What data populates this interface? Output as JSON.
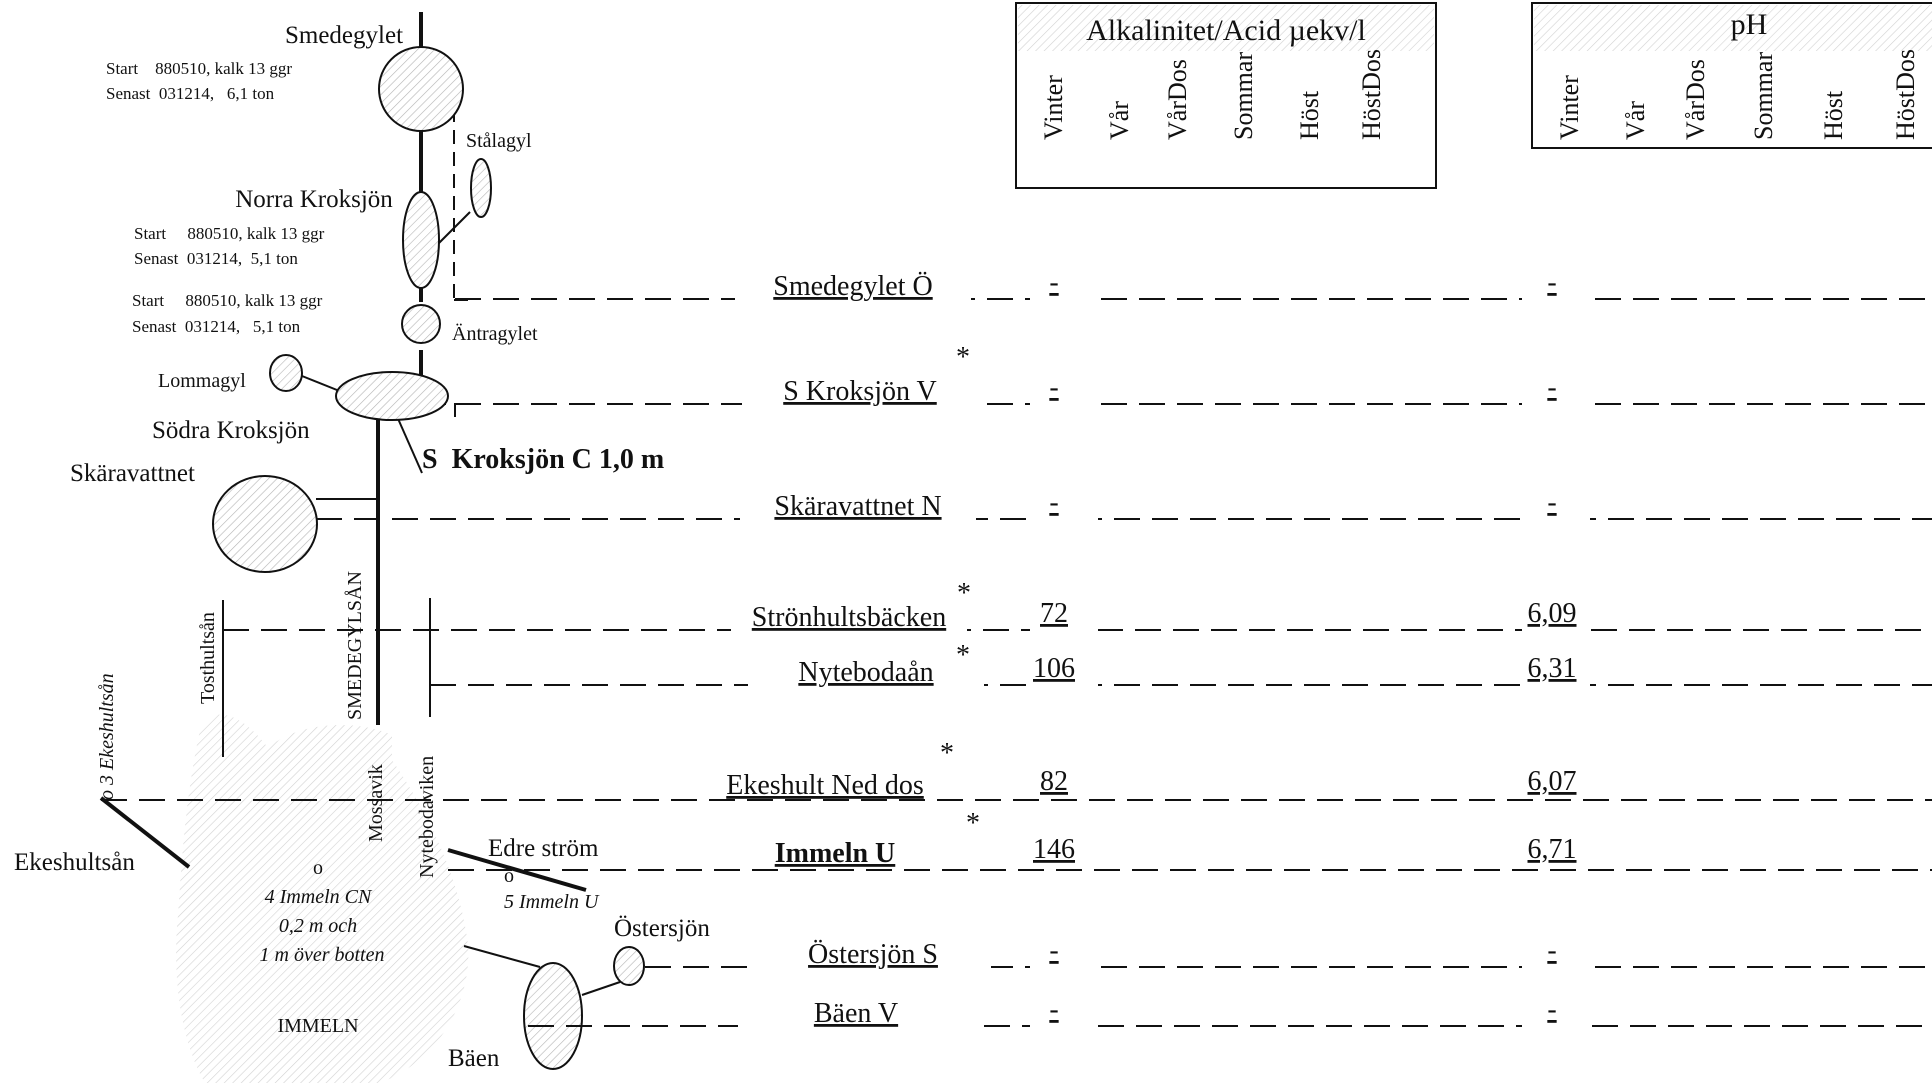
{
  "headers": {
    "alk_title": "Alkalinitet/Acid µekv/l",
    "ph_title": "pH",
    "columns": [
      "Vinter",
      "Vår",
      "VårDos",
      "Sommar",
      "Höst",
      "HöstDos"
    ]
  },
  "lakes": {
    "smedegylet": "Smedegylet",
    "stalagyl": "Stålagyl",
    "norra_kroksjon": "Norra Kroksjön",
    "antragylet": "Äntragylet",
    "lommagyl": "Lommagyl",
    "sodra_kroksjon": "Södra Kroksjön",
    "skaravattnet": "Skäravattnet",
    "ostersjon": "Östersjön",
    "baen": "Bäen",
    "immeln": "IMMELN"
  },
  "liming": {
    "smedegylet": {
      "start": "Start    880510, kalk 13 ggr",
      "senast": "Senast  031214,   6,1 ton"
    },
    "norra_kroksjon": {
      "start": "Start     880510, kalk 13 ggr",
      "senast": "Senast  031214,  5,1 ton"
    },
    "antragylet": {
      "start": "Start     880510, kalk 13 ggr",
      "senast": "Senast  031214,   5,1 ton"
    }
  },
  "streams": {
    "smedegylsan": "SMEDEGYLSÅN",
    "tosthultsan": "Tosthultsån",
    "ekeshultsan": "Ekeshultsån",
    "ekeshultsan_site": "o 3 Ekeshultsån",
    "mossavik": "Mossavik",
    "nytebodaviken": "Nytebodaviken",
    "edre_strom": "Edre ström",
    "immeln_u_site_marker": "o",
    "immeln_u_site": "5 Immeln U",
    "immeln_cn_marker": "o",
    "immeln_cn_1": "4 Immeln CN",
    "immeln_cn_2": "0,2 m och",
    "immeln_cn_3": "1 m över botten",
    "kroksjon_c": "S  Kroksjön C 1,0 m"
  },
  "stations": [
    {
      "name": "Smedegylet Ö",
      "star": "",
      "alk": "-",
      "ph": "-"
    },
    {
      "name": "S  Kroksjön V",
      "star": "*",
      "alk": "-",
      "ph": "-"
    },
    {
      "name": "Skäravattnet N",
      "star": "",
      "alk": "-",
      "ph": "-"
    },
    {
      "name": "Strönhultsbäcken",
      "star": "*",
      "alk": "72",
      "ph": "6,09"
    },
    {
      "name": "Nytebodaån",
      "star": "*",
      "alk": "106",
      "ph": "6,31"
    },
    {
      "name": "Ekeshult Ned dos",
      "star": "*",
      "alk": "82",
      "ph": "6,07"
    },
    {
      "name": "Immeln U",
      "star": "*",
      "alk": "146",
      "ph": "6,71"
    },
    {
      "name": "Östersjön S",
      "star": "",
      "alk": "-",
      "ph": "-"
    },
    {
      "name": "Bäen V",
      "star": "",
      "alk": "-",
      "ph": "-"
    }
  ]
}
